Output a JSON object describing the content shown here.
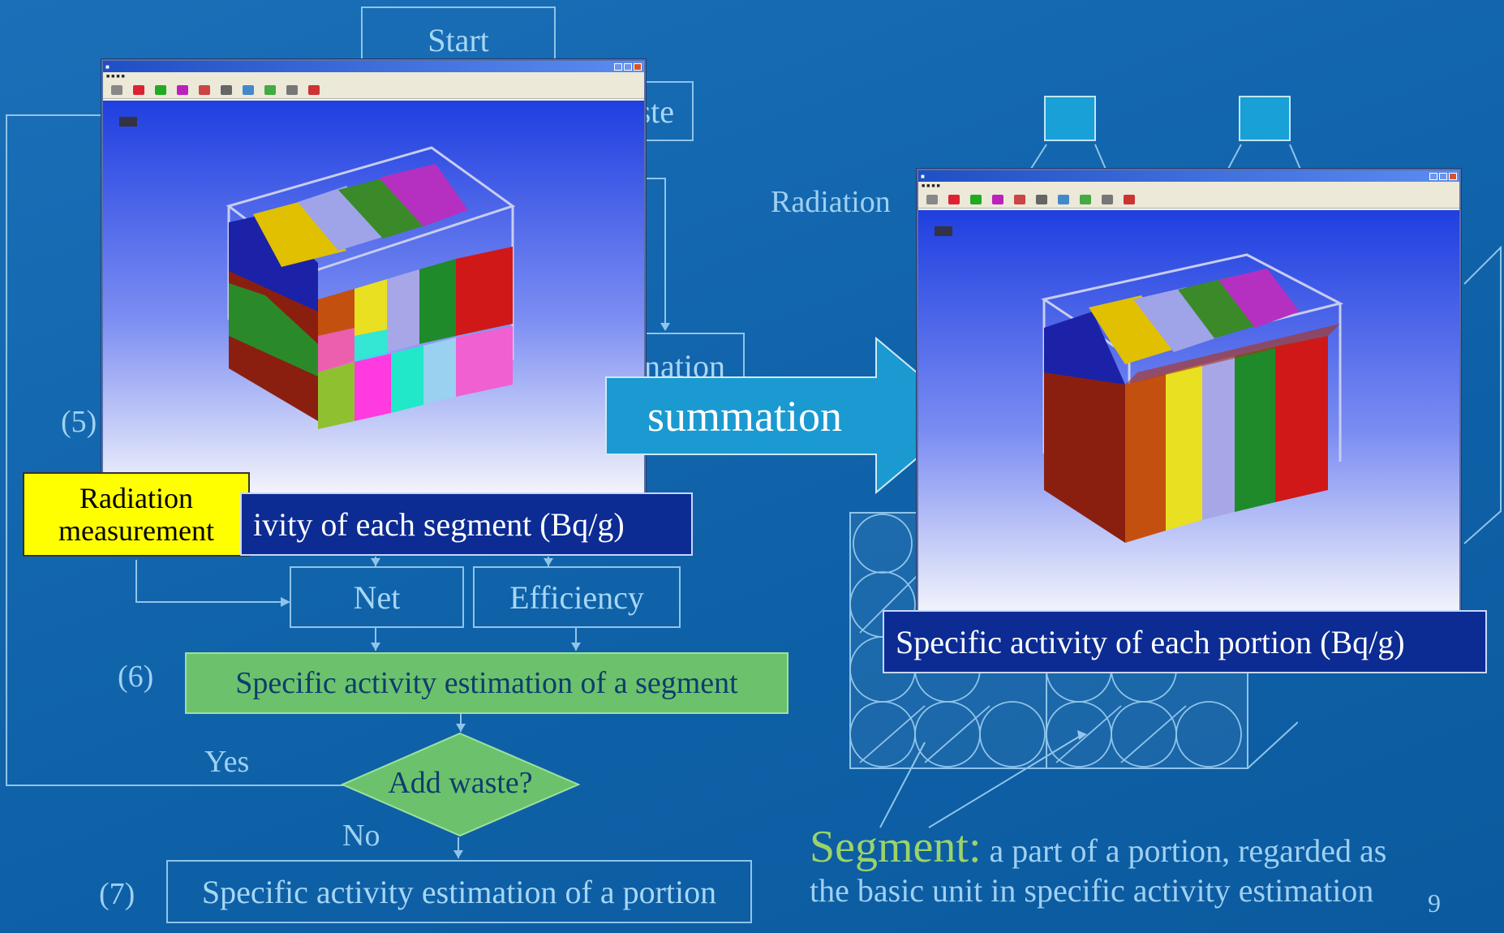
{
  "flowchart": {
    "start": "Start",
    "waste_fragment": "ste",
    "estimation_fragment": "nation",
    "net": "Net",
    "efficiency": "Efficiency",
    "step5": "(5)",
    "step6": "(6)",
    "step7": "(7)",
    "segment_estimation": "Specific activity estimation of a segment",
    "decision": "Add waste?",
    "yes": "Yes",
    "no": "No",
    "portion_estimation": "Specific activity estimation of a portion"
  },
  "left_panel": {
    "radiation_measurement": "Radiation measurement",
    "activity_label": "ivity of each segment (Bq/g)"
  },
  "center": {
    "summation": "summation"
  },
  "right_panel": {
    "radiation_fragment": "Radiation",
    "activity_label": "Specific activity of each portion (Bq/g)"
  },
  "footer": {
    "segment_term": "Segment:",
    "segment_desc_1": " a part of a portion, regarded as",
    "segment_desc_2": "the basic unit in specific activity estimation",
    "page_number": "9"
  },
  "colors": {
    "background": "#0f62a8",
    "navy_label": "#0c2b93",
    "green_box": "#6cc26c",
    "yellow_box": "#ffff00",
    "arrow": "#1a9ad0"
  }
}
